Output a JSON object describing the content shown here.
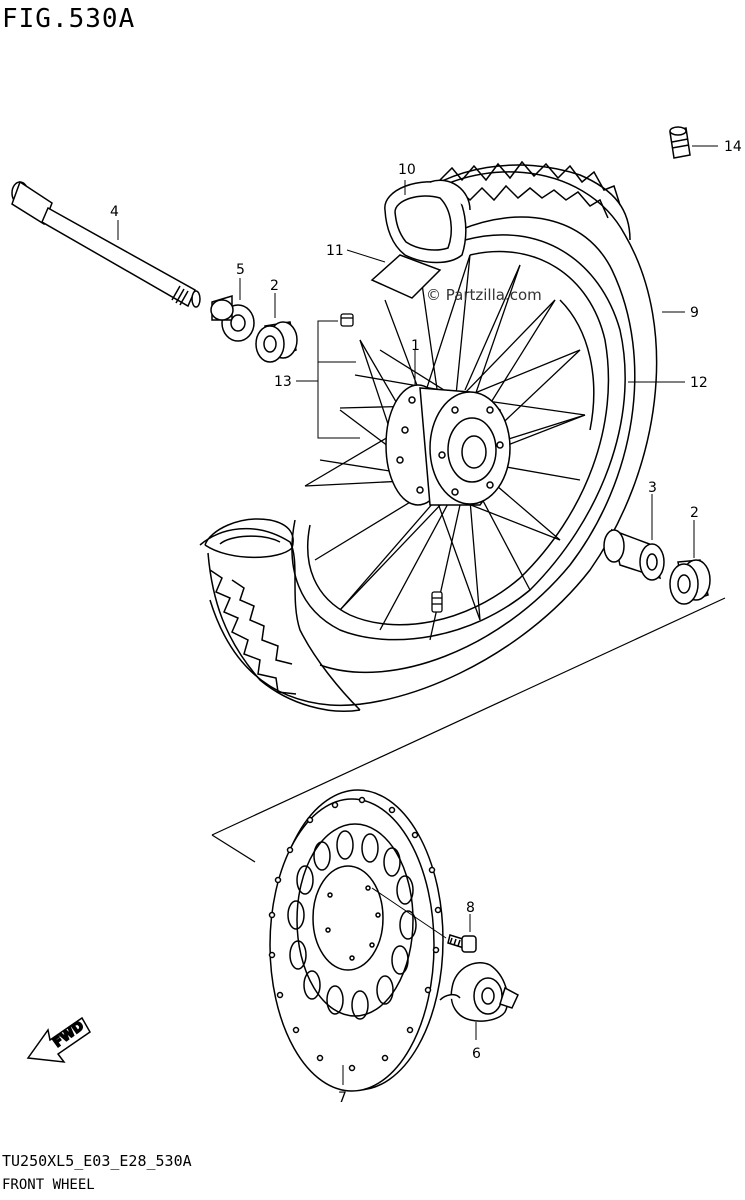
{
  "figure": {
    "title": "FIG.530A",
    "code": "TU250XL5_E03_E28_530A",
    "subtitle": "FRONT WHEEL",
    "watermark": "© Partzilla.com",
    "fwd_label": "FWD"
  },
  "callouts": [
    {
      "id": "1",
      "label": "1"
    },
    {
      "id": "2a",
      "label": "2"
    },
    {
      "id": "2b",
      "label": "2"
    },
    {
      "id": "3",
      "label": "3"
    },
    {
      "id": "4",
      "label": "4"
    },
    {
      "id": "5",
      "label": "5"
    },
    {
      "id": "6",
      "label": "6"
    },
    {
      "id": "7",
      "label": "7"
    },
    {
      "id": "8",
      "label": "8"
    },
    {
      "id": "9",
      "label": "9"
    },
    {
      "id": "10",
      "label": "10"
    },
    {
      "id": "11",
      "label": "11"
    },
    {
      "id": "12",
      "label": "12"
    },
    {
      "id": "13",
      "label": "13"
    },
    {
      "id": "14",
      "label": "14"
    }
  ]
}
